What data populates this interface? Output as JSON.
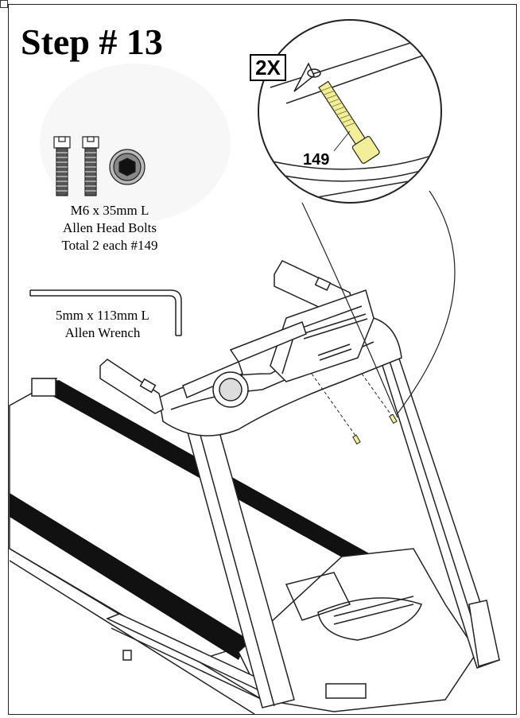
{
  "step": {
    "title": "Step # 13"
  },
  "callout": {
    "quantity": "2X",
    "part_number": "149"
  },
  "hardware": {
    "bolt_lines": [
      "M6 x 35mm L",
      "Allen Head Bolts",
      "Total 2 each #149"
    ],
    "wrench_lines": [
      "5mm x 113mm L",
      "Allen Wrench"
    ]
  },
  "colors": {
    "bolt_highlight": "#f2ee9a",
    "belt": "#111111",
    "line": "#222222"
  }
}
